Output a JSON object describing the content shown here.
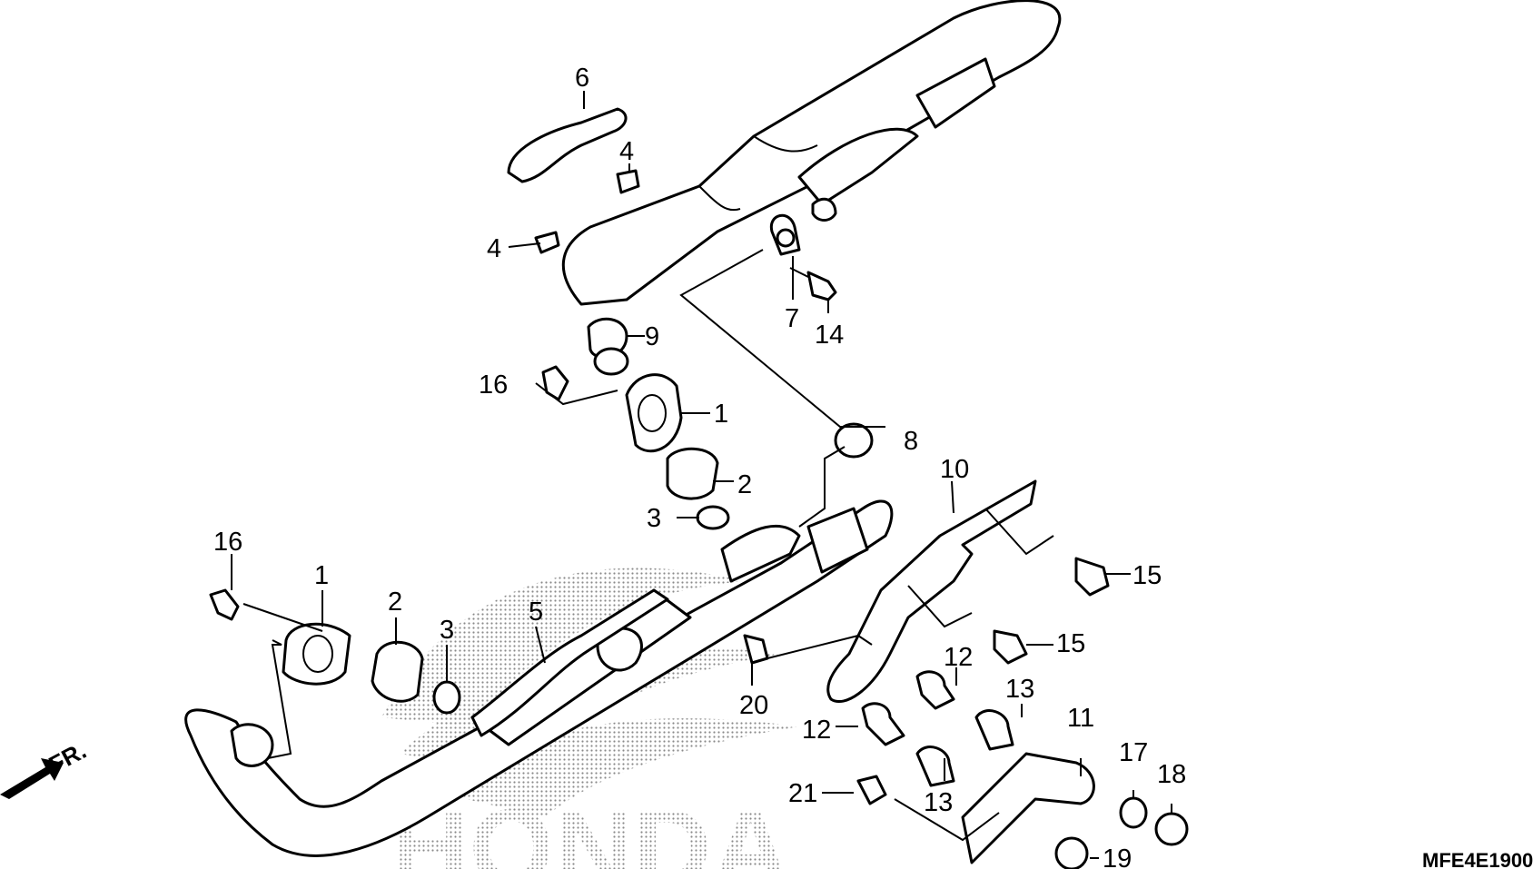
{
  "diagram": {
    "watermark": "HONDA",
    "direction_marker": "FR.",
    "code": "MFE4E1900",
    "callouts": [
      {
        "id": "c6",
        "label": "6"
      },
      {
        "id": "c4a",
        "label": "4"
      },
      {
        "id": "c4b",
        "label": "4"
      },
      {
        "id": "c7",
        "label": "7"
      },
      {
        "id": "c14",
        "label": "14"
      },
      {
        "id": "c9",
        "label": "9"
      },
      {
        "id": "c16a",
        "label": "16"
      },
      {
        "id": "c1a",
        "label": "1"
      },
      {
        "id": "c8",
        "label": "8"
      },
      {
        "id": "c2a",
        "label": "2"
      },
      {
        "id": "c3a",
        "label": "3"
      },
      {
        "id": "c10",
        "label": "10"
      },
      {
        "id": "c15a",
        "label": "15"
      },
      {
        "id": "c15b",
        "label": "15"
      },
      {
        "id": "c16b",
        "label": "16"
      },
      {
        "id": "c1b",
        "label": "1"
      },
      {
        "id": "c2b",
        "label": "2"
      },
      {
        "id": "c3b",
        "label": "3"
      },
      {
        "id": "c5",
        "label": "5"
      },
      {
        "id": "c12a",
        "label": "12"
      },
      {
        "id": "c13a",
        "label": "13"
      },
      {
        "id": "c20",
        "label": "20"
      },
      {
        "id": "c12b",
        "label": "12"
      },
      {
        "id": "c11",
        "label": "11"
      },
      {
        "id": "c17",
        "label": "17"
      },
      {
        "id": "c18",
        "label": "18"
      },
      {
        "id": "c21",
        "label": "21"
      },
      {
        "id": "c13b",
        "label": "13"
      },
      {
        "id": "c19",
        "label": "19"
      }
    ]
  }
}
